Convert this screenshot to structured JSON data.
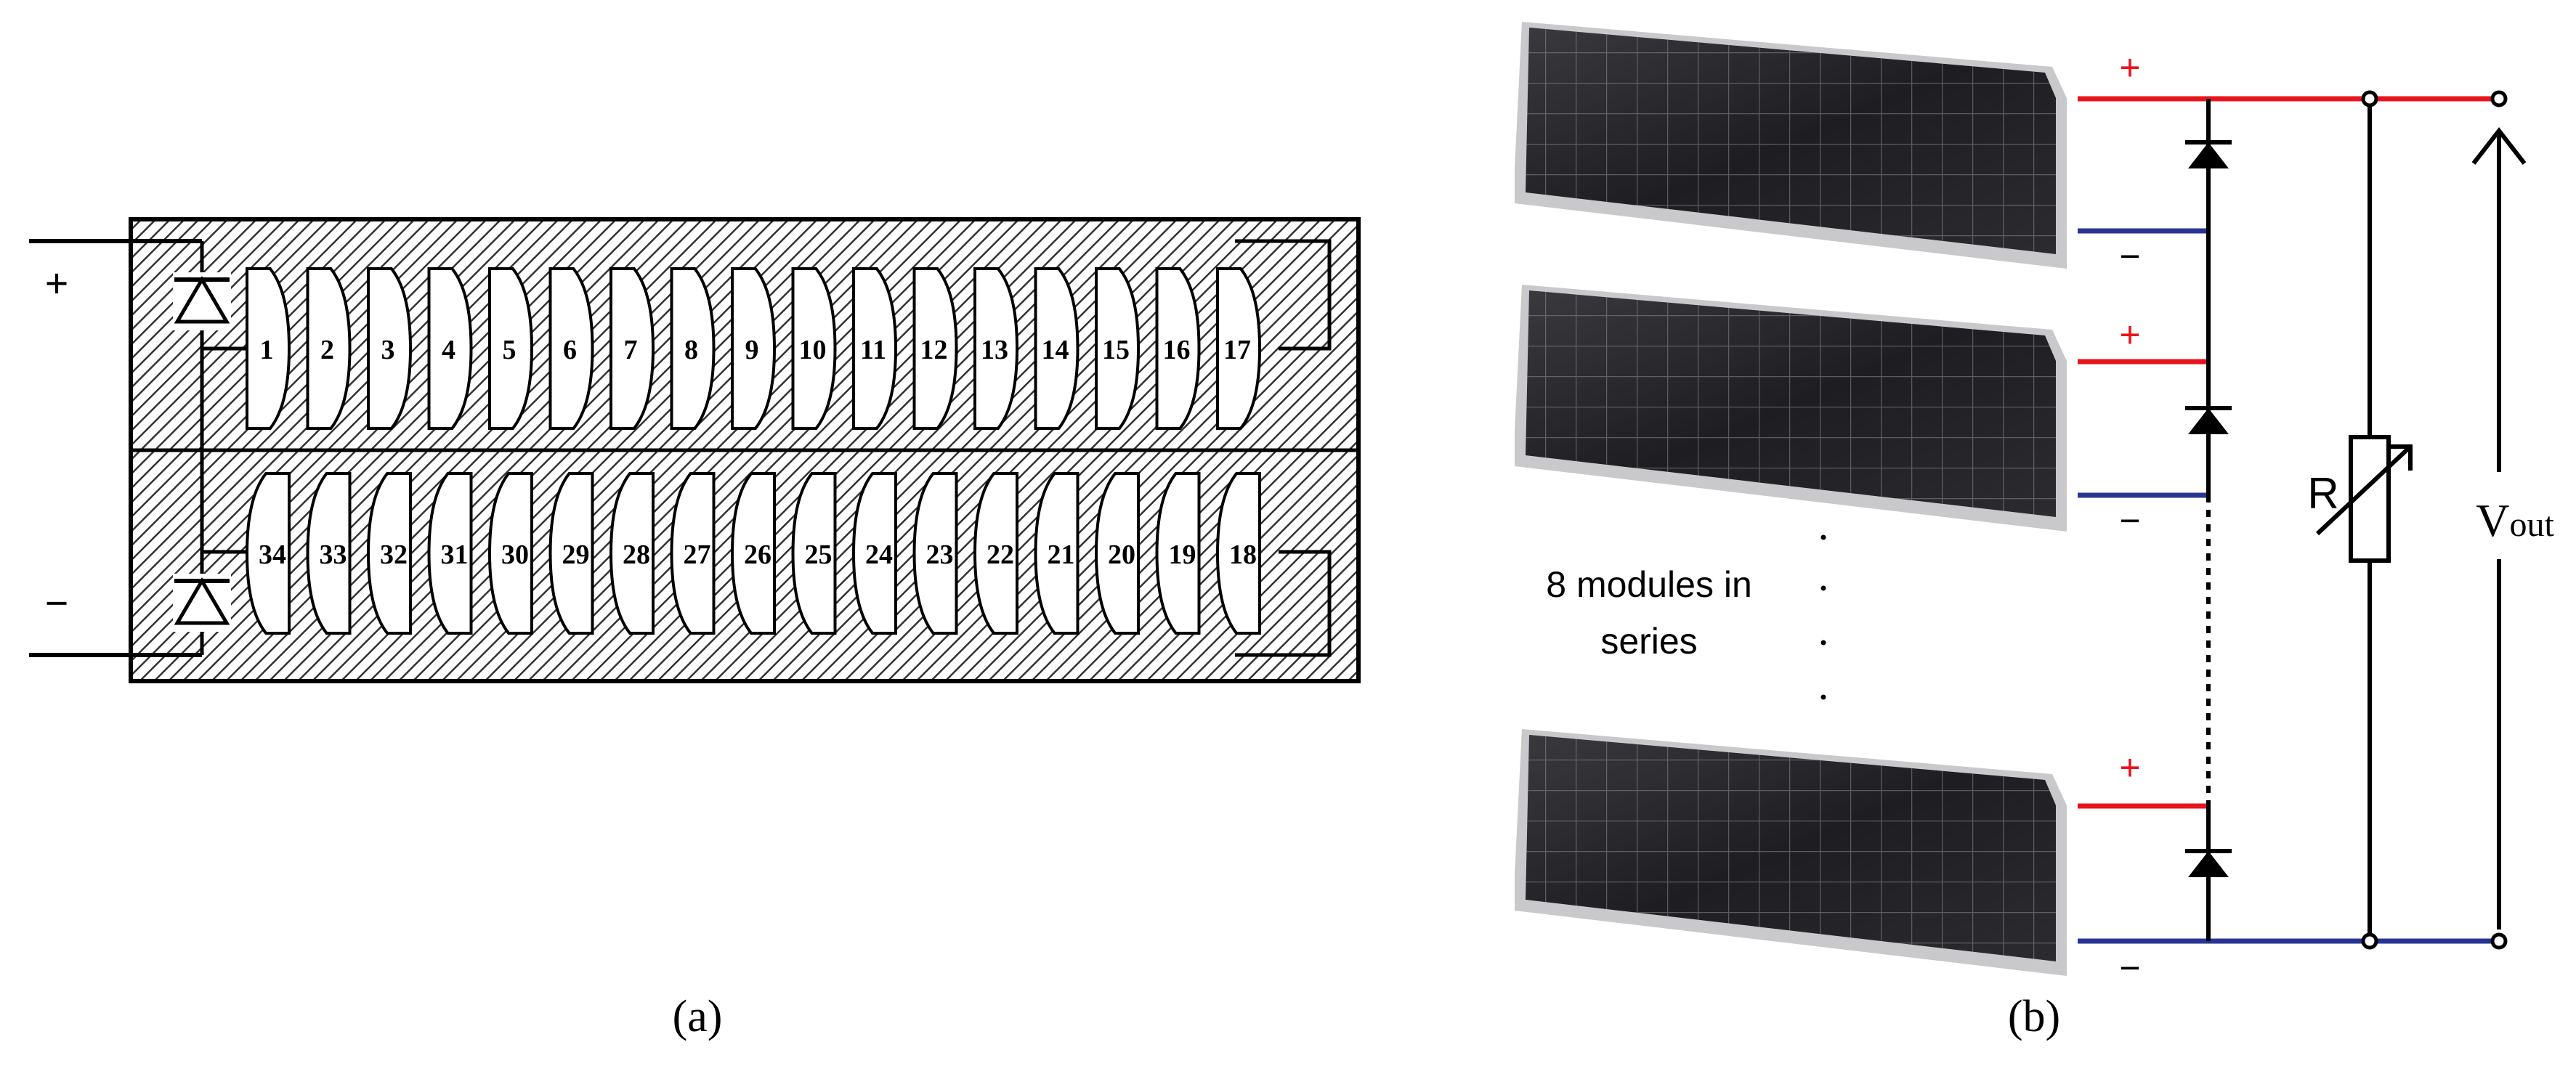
{
  "panel_a": {
    "caption": "(a)",
    "plus_sign": "+",
    "minus_sign": "−",
    "top_row_cells": [
      "1",
      "2",
      "3",
      "4",
      "5",
      "6",
      "7",
      "8",
      "9",
      "10",
      "11",
      "12",
      "13",
      "14",
      "15",
      "16",
      "17"
    ],
    "bottom_row_cells": [
      "34",
      "33",
      "32",
      "31",
      "30",
      "29",
      "28",
      "27",
      "26",
      "25",
      "24",
      "23",
      "22",
      "21",
      "20",
      "19",
      "18"
    ]
  },
  "panel_b": {
    "caption": "(b)",
    "plus_sign": "+",
    "minus_sign": "−",
    "modules_label_line1": "8 modules in",
    "modules_label_line2": "series",
    "resistor_label": "R",
    "vout_label_main": "V",
    "vout_label_sub": "out",
    "colors": {
      "positive_wire": "#e8141c",
      "negative_wire": "#2a3593"
    }
  }
}
